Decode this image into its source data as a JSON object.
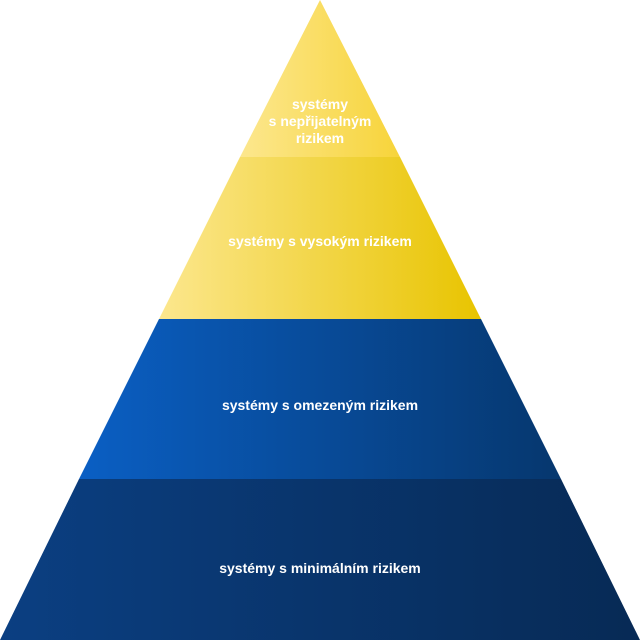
{
  "tiers": [
    {
      "label": "systémy\ns nepřijatelným\nrizikem",
      "color_light": "#FCE78E",
      "color_dark": "#F7D43A"
    },
    {
      "label": "systémy s vysokým rizikem",
      "color_light": "#FCE78E",
      "color_dark": "#E8C400"
    },
    {
      "label": "systémy s omezeným rizikem",
      "color_light": "#0A5FC4",
      "color_dark": "#06376E"
    },
    {
      "label": "systémy s minimálním rizikem",
      "color_light": "#0B3F82",
      "color_dark": "#072A55"
    }
  ]
}
